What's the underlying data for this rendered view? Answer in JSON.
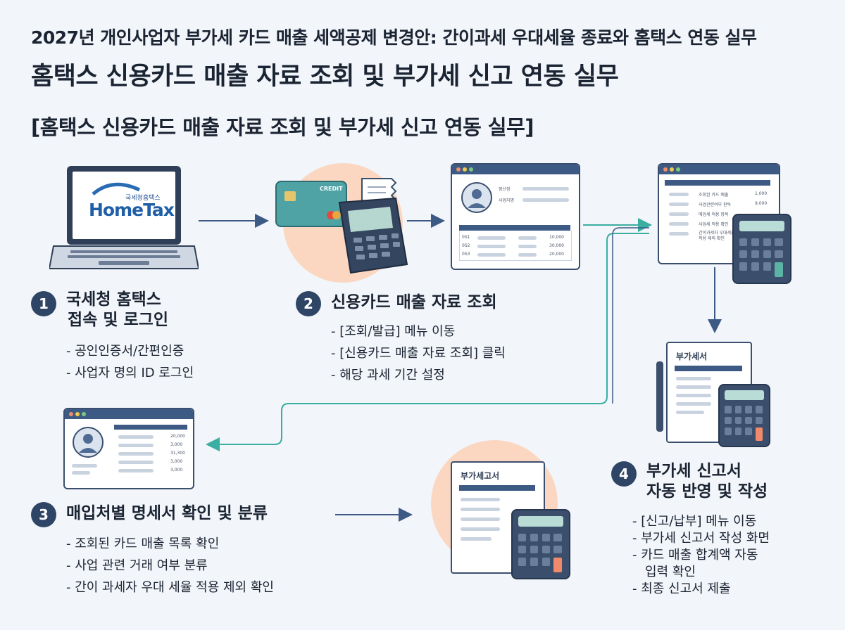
{
  "header": {
    "title_top": "2027년 개인사업자 부가세 카드 매출 세액공제 변경안: 간이과세 우대세율 종료와 홈택스 연동 실무",
    "title_main": "홈택스 신용카드 매출 자료 조회 및 부가세 신고 연동 실무",
    "section_label": "[홈택스 신용카드 매출 자료 조회 및 부가세 신고 연동 실무]"
  },
  "colors": {
    "navy": "#2f4566",
    "accent_teal": "#3aaea0",
    "peach": "#fbd7c1"
  },
  "steps": [
    {
      "number": "1",
      "title_lines": [
        "국세청 홈택스",
        "접속 및 로그인"
      ],
      "bullets": [
        "공인인증서/간편인증",
        "사업자 명의 ID 로그인"
      ]
    },
    {
      "number": "2",
      "title_lines": [
        "신용카드 매출 자료 조회"
      ],
      "bullets": [
        "[조회/발급] 메뉴 이동",
        "[신용카드 매출 자료 조회] 클릭",
        "해당 과세 기간 설정"
      ]
    },
    {
      "number": "3",
      "title_lines": [
        "매입처별 명세서 확인 및 분류"
      ],
      "bullets": [
        "조회된 카드 매출 목록 확인",
        "사업 관련 거래 여부 분류",
        "간이 과세자 우대 세율 적용 제외 확인"
      ]
    },
    {
      "number": "4",
      "title_lines": [
        "부가세 신고서",
        "자동 반영 및 작성"
      ],
      "bullets": [
        "[신고/납부] 메뉴 이동",
        "부가세 신고서 작성 화면",
        "카드 매출 합계액 자동",
        "입력 확인",
        "최종 신고서 제출"
      ]
    }
  ],
  "illustrations": {
    "laptop": {
      "icon": "laptop-icon",
      "logo_top": "국세청홈택스",
      "logo_main": "HomeTax"
    },
    "card": {
      "icon": "card-terminal-icon",
      "card_label": "CREDIT"
    },
    "screen1": {
      "icon": "profile-window-icon",
      "label1": "정산정",
      "label2": "사업자명",
      "rows": [
        {
          "code": "0S1",
          "amount": "10,000"
        },
        {
          "code": "0S2",
          "amount": "30,000"
        },
        {
          "code": "0S3",
          "amount": "20,000"
        }
      ]
    },
    "screen2": {
      "icon": "ledger-window-icon",
      "rows": [
        {
          "label": "조회된 카드 매출",
          "amount": "1,000"
        },
        {
          "label": "사업관련여부 판독",
          "amount": "9,000"
        },
        {
          "label": "매입세 적용 항목",
          "amount": ""
        },
        {
          "label": "사업세 적용 확인",
          "amount": ""
        },
        {
          "label": "간이과세자 우대세율 적용 제외 확인",
          "amount": ""
        }
      ]
    },
    "screen3": {
      "icon": "list-window-icon",
      "amounts": [
        "20,000",
        "3,000",
        "31,300",
        "3,000",
        "3,000"
      ]
    },
    "doc_right": {
      "icon": "tax-form-icon",
      "label": "부가세서"
    },
    "doc_bottom": {
      "icon": "tax-form-icon",
      "label": "부가세고서"
    }
  }
}
